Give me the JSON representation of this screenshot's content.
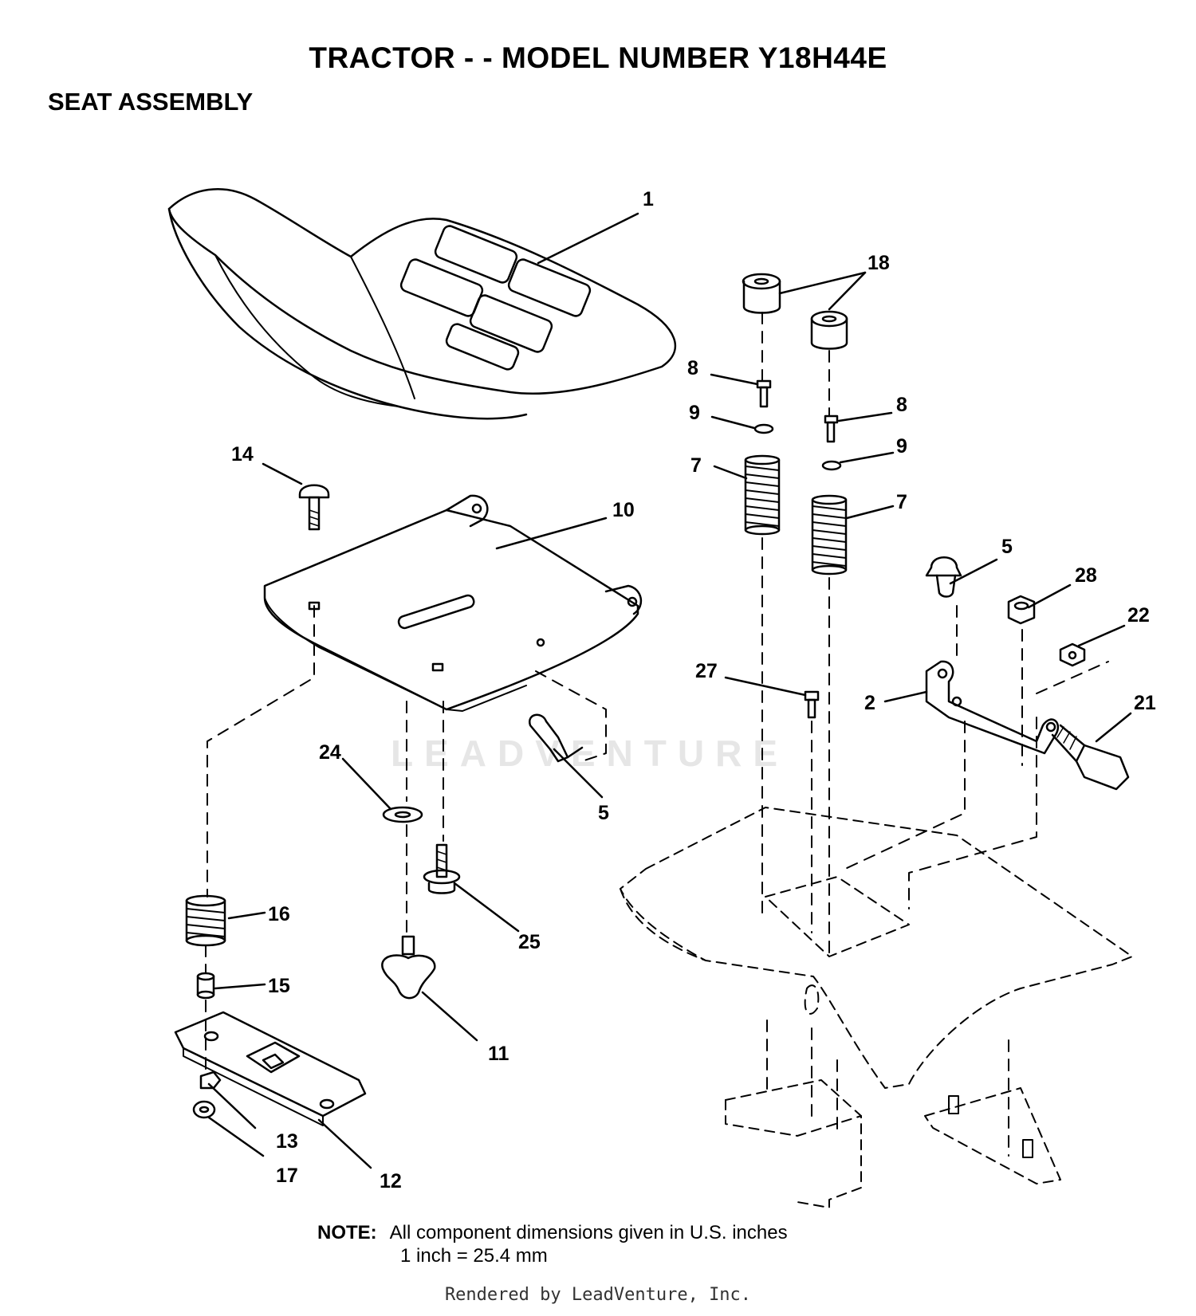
{
  "header": {
    "title": "TRACTOR - - MODEL NUMBER Y18H44E",
    "subtitle": "SEAT ASSEMBLY"
  },
  "callouts": [
    "1",
    "18",
    "8",
    "9",
    "7",
    "8",
    "9",
    "7",
    "14",
    "10",
    "5",
    "28",
    "22",
    "27",
    "2",
    "21",
    "24",
    "5",
    "16",
    "25",
    "15",
    "11",
    "13",
    "17",
    "12"
  ],
  "note": {
    "label": "NOTE:",
    "line1": "All component dimensions given in U.S. inches",
    "line2": "1 inch = 25.4 mm"
  },
  "watermark": "LEADVENTURE",
  "footer": "Rendered by LeadVenture, Inc."
}
